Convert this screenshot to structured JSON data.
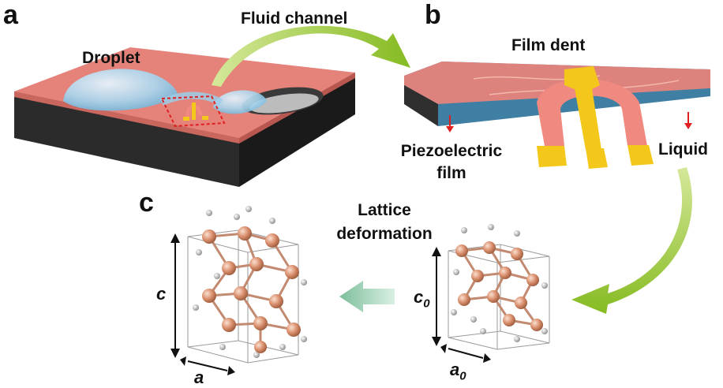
{
  "panels": {
    "a": "a",
    "b": "b",
    "c": "c"
  },
  "labels": {
    "droplet": "Droplet",
    "fluid_channel": "Fluid channel",
    "film_dent": "Film dent",
    "piezo_line1": "Piezoelectric",
    "piezo_line2": "film",
    "liquid": "Liquid",
    "lattice_line1": "Lattice",
    "lattice_line2": "deformation"
  },
  "axes": {
    "c": "c",
    "a": "a",
    "c0_base": "c",
    "c0_sub": "0",
    "a0_base": "a",
    "a0_sub": "0"
  },
  "colors": {
    "film": "#e5827a",
    "film_top": "#ea958c",
    "block": "#2b2b2b",
    "droplet": "#a9d6ee",
    "electrode": "#f4c81b",
    "liquid": "#4c90b4",
    "arrow_green": "#8cbf2a",
    "arrow_teal": "#8fc8a8",
    "atom": "#d98e6c",
    "h_atom": "#b0b0b0"
  }
}
